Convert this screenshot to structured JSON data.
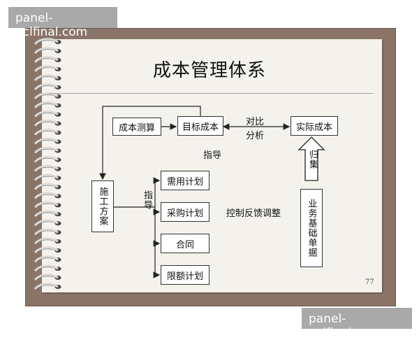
{
  "watermark": {
    "text": "panel-uclfinal.com"
  },
  "slide": {
    "title": "成本管理体系",
    "page_number": "77"
  },
  "diagram": {
    "nodes": {
      "cost_estimate": "成本测算",
      "target_cost": "目标成本",
      "actual_cost": "实际成本",
      "construction_plan": "施工方案",
      "demand_plan": "需用计划",
      "purchase_plan": "采购计划",
      "contract": "合同",
      "quota_plan": "限额计划",
      "business_documents": "业务基础单据"
    },
    "labels": {
      "compare": "对比",
      "analyze": "分析",
      "guide_top": "指导",
      "guide_side": "指导",
      "collect": "归集",
      "feedback": "控制反馈调整"
    }
  }
}
